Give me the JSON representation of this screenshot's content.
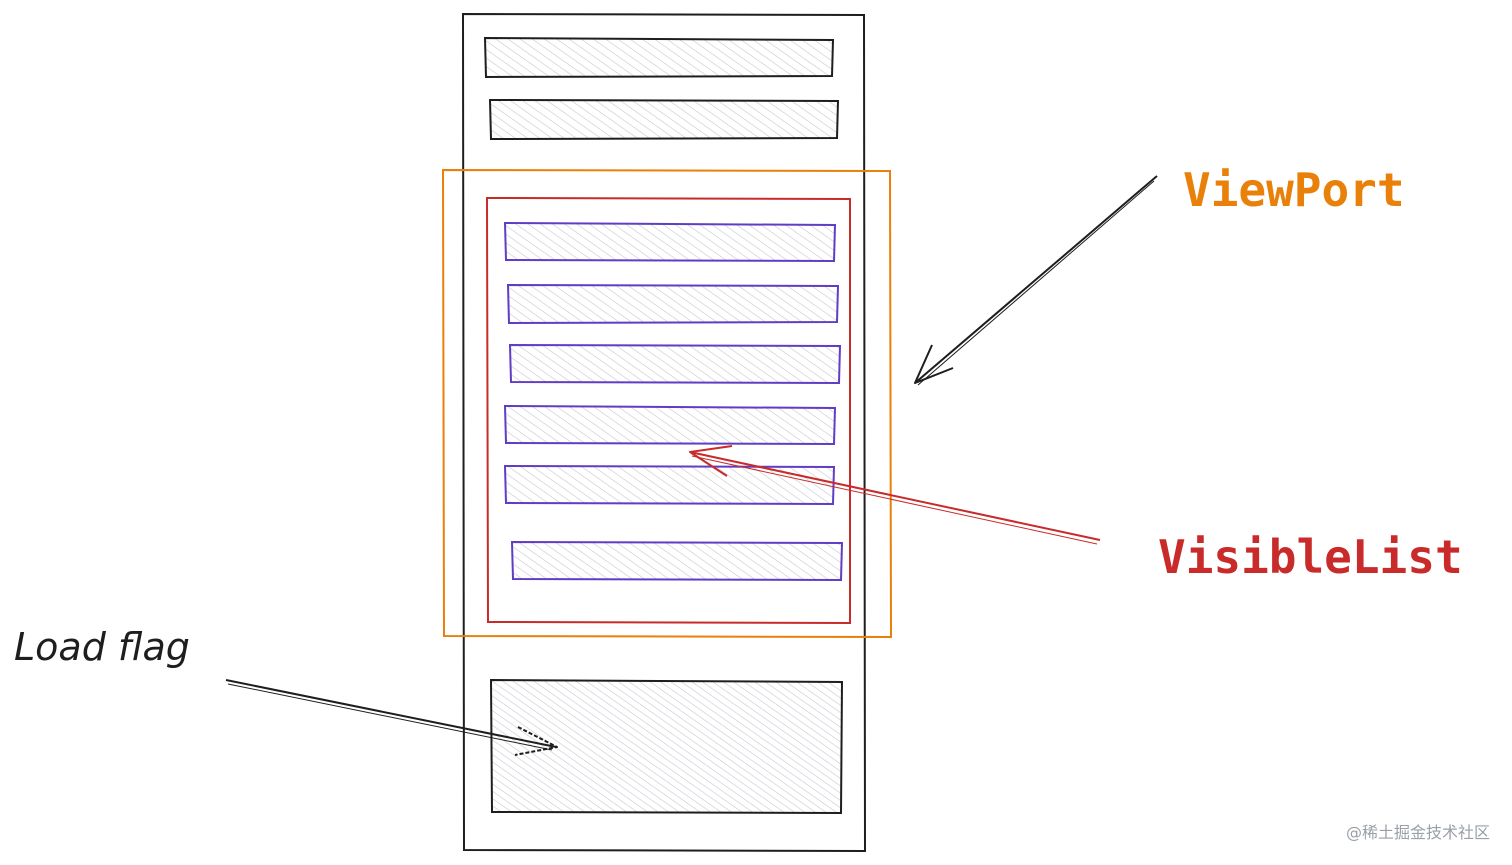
{
  "labels": {
    "viewport": "ViewPort",
    "visible_list": "VisibleList",
    "load_flag": "Load flag"
  },
  "watermark": "@稀土掘金技术社区",
  "colors": {
    "outline": "#1e1e1e",
    "viewport": "#e8800a",
    "visible_list": "#c92a2a",
    "visible_item": "#5f3dc4",
    "hatch": "#c4c8d0"
  },
  "structure": {
    "top_items": 2,
    "visible_items": 6
  }
}
